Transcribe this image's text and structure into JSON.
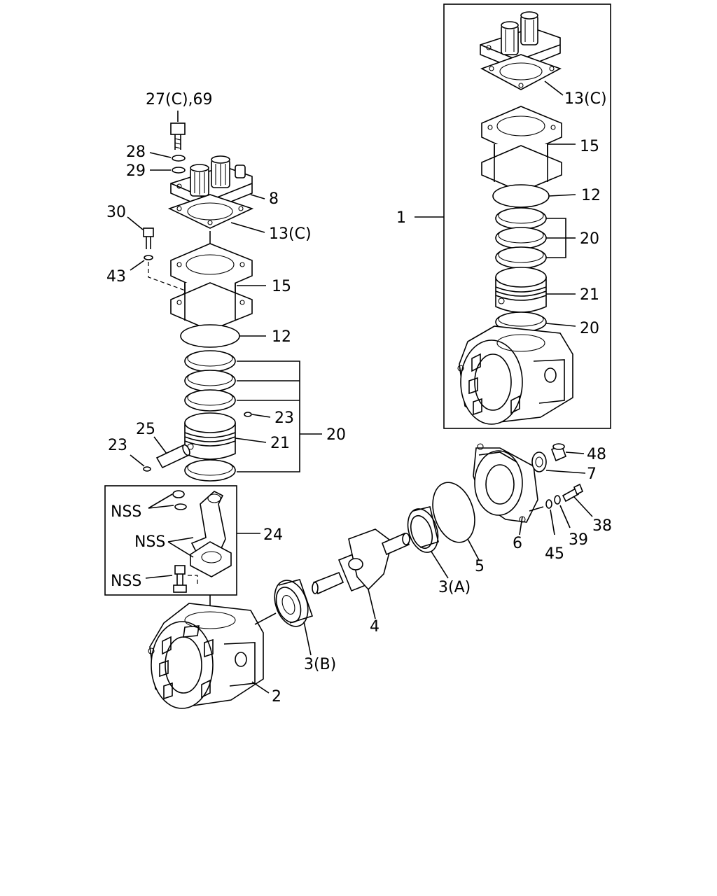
{
  "callouts": {
    "c27": "27(C),69",
    "c28": "28",
    "c29": "29",
    "c8": "8",
    "c30": "30",
    "c13_left": "13(C)",
    "c43": "43",
    "c15_left": "15",
    "c12_left": "12",
    "c23_upper": "23",
    "c20_left": "20",
    "c25": "25",
    "c23_lower": "23",
    "c21_left": "21",
    "c24": "24",
    "nss_1": "NSS",
    "nss_2": "NSS",
    "nss_3": "NSS",
    "c2": "2",
    "c3b": "3(B)",
    "c4": "4",
    "c3a": "3(A)",
    "c5": "5",
    "c6": "6",
    "c45": "45",
    "c39": "39",
    "c38": "38",
    "c7": "7",
    "c48": "48",
    "c1": "1",
    "c13_right": "13(C)",
    "c15_right": "15",
    "c12_right": "12",
    "c20_right_a": "20",
    "c21_right": "21",
    "c20_right_b": "20"
  }
}
